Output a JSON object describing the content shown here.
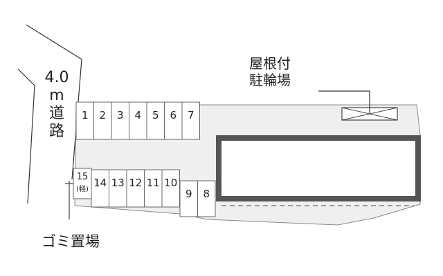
{
  "map": {
    "road": {
      "width": "4.0",
      "unit": "m",
      "name_chars": [
        "道",
        "路"
      ]
    },
    "bike_shelter": {
      "line1": "屋根付",
      "line2": "駐輪場"
    },
    "garbage": "ゴミ置場",
    "spaces_top": [
      "1",
      "2",
      "3",
      "4",
      "5",
      "6",
      "7"
    ],
    "spaces_lower": [
      "14",
      "13",
      "12",
      "11",
      "10"
    ],
    "space_15": {
      "number": "15",
      "note": "(軽)"
    },
    "spaces_right": [
      "9",
      "8"
    ]
  }
}
